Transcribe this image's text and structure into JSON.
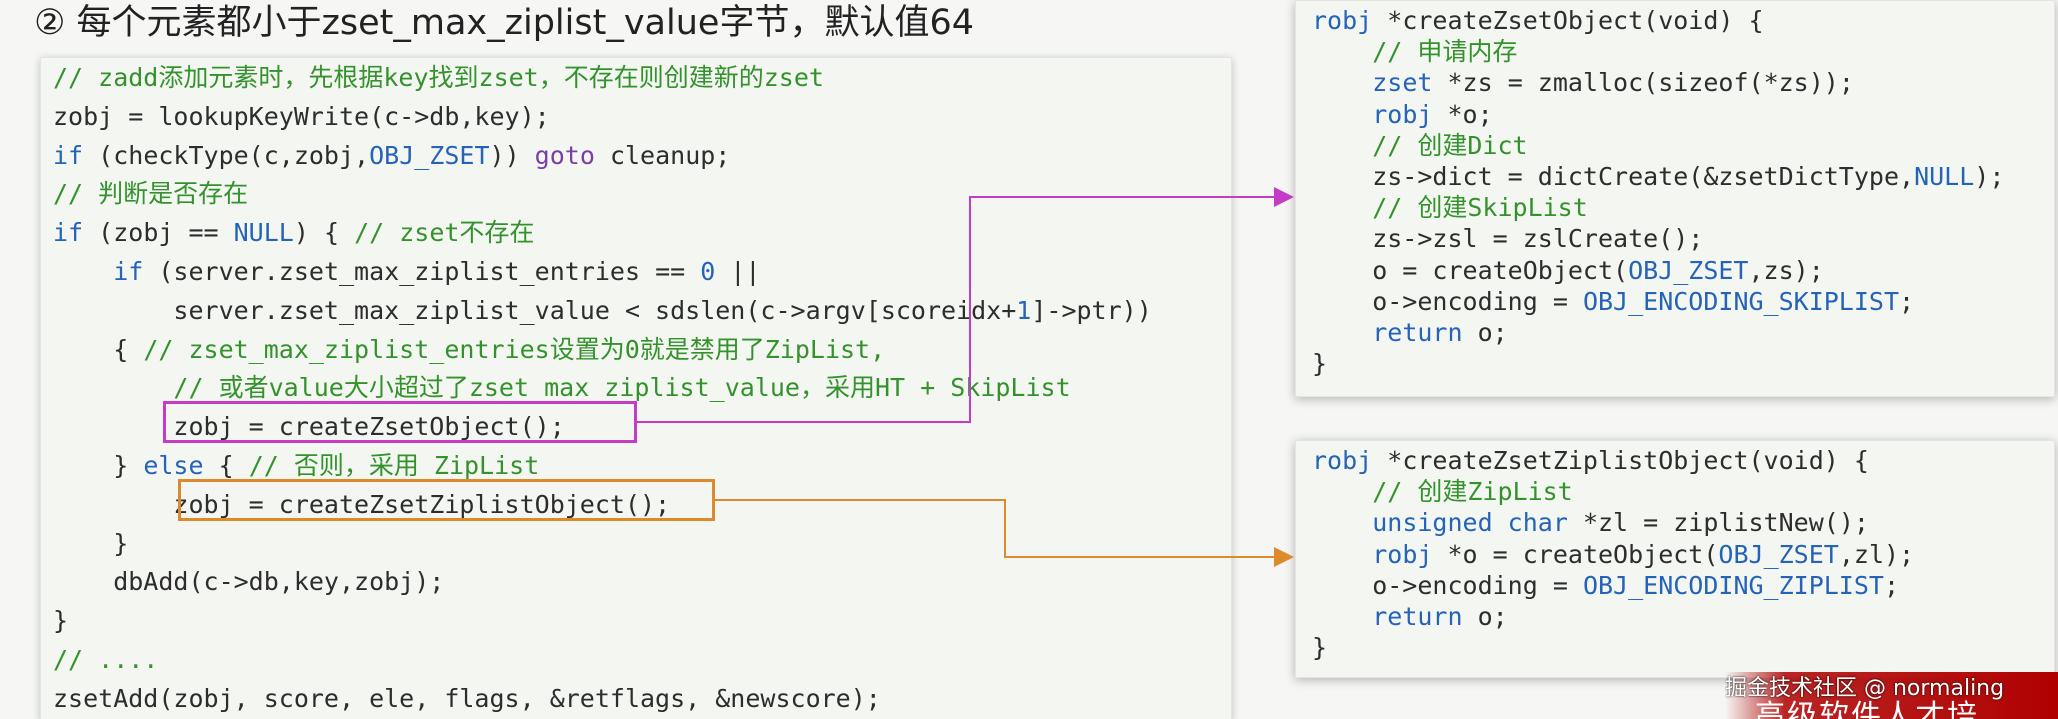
{
  "header": {
    "title": "② 每个元素都小于zset_max_ziplist_value字节，默认值64"
  },
  "left_code": [
    [
      {
        "t": "// zadd添加元素时，先根据key找到zset，不存在则创建新的zset",
        "c": "comment"
      }
    ],
    [
      {
        "t": "zobj = lookupKeyWrite(c->db,key);",
        "c": "plain"
      }
    ],
    [
      {
        "t": "if",
        "c": "key"
      },
      {
        "t": " (checkType(c,zobj,",
        "c": "plain"
      },
      {
        "t": "OBJ_ZSET",
        "c": "key"
      },
      {
        "t": ")) ",
        "c": "plain"
      },
      {
        "t": "goto",
        "c": "purple"
      },
      {
        "t": " cleanup;",
        "c": "plain"
      }
    ],
    [
      {
        "t": "// 判断是否存在",
        "c": "comment"
      }
    ],
    [
      {
        "t": "if",
        "c": "key"
      },
      {
        "t": " (zobj == ",
        "c": "plain"
      },
      {
        "t": "NULL",
        "c": "key"
      },
      {
        "t": ") { ",
        "c": "plain"
      },
      {
        "t": "// zset不存在",
        "c": "comment"
      }
    ],
    [
      {
        "t": "    ",
        "c": "plain"
      },
      {
        "t": "if",
        "c": "key"
      },
      {
        "t": " (server.zset_max_ziplist_entries == ",
        "c": "plain"
      },
      {
        "t": "0",
        "c": "key"
      },
      {
        "t": " ||",
        "c": "plain"
      }
    ],
    [
      {
        "t": "        server.zset_max_ziplist_value < sdslen(c->argv[scoreidx+",
        "c": "plain"
      },
      {
        "t": "1",
        "c": "key"
      },
      {
        "t": "]->ptr))",
        "c": "plain"
      }
    ],
    [
      {
        "t": "    { ",
        "c": "plain"
      },
      {
        "t": "// zset_max_ziplist_entries设置为0就是禁用了ZipList,",
        "c": "comment"
      }
    ],
    [
      {
        "t": "        ",
        "c": "plain"
      },
      {
        "t": "// 或者value大小超过了zset_max_ziplist_value，采用HT + SkipList",
        "c": "comment"
      }
    ],
    [
      {
        "t": "        zobj = createZsetObject();",
        "c": "plain"
      }
    ],
    [
      {
        "t": "    } ",
        "c": "plain"
      },
      {
        "t": "else",
        "c": "key"
      },
      {
        "t": " { ",
        "c": "plain"
      },
      {
        "t": "// 否则，采用 ZipList",
        "c": "comment"
      }
    ],
    [
      {
        "t": "        zobj = createZsetZiplistObject();",
        "c": "plain"
      }
    ],
    [
      {
        "t": "    }",
        "c": "plain"
      }
    ],
    [
      {
        "t": "    dbAdd(c->db,key,zobj);",
        "c": "plain"
      }
    ],
    [
      {
        "t": "}",
        "c": "plain"
      }
    ],
    [
      {
        "t": "// ....",
        "c": "comment"
      }
    ],
    [
      {
        "t": "zsetAdd(zobj, score, ele, flags, &retflags, &newscore);",
        "c": "plain"
      }
    ]
  ],
  "right_top_code": [
    [
      {
        "t": "robj",
        "c": "key"
      },
      {
        "t": " *createZsetObject(void) {",
        "c": "plain"
      }
    ],
    [
      {
        "t": "    ",
        "c": "plain"
      },
      {
        "t": "// 申请内存",
        "c": "comment"
      }
    ],
    [
      {
        "t": "    ",
        "c": "plain"
      },
      {
        "t": "zset",
        "c": "key"
      },
      {
        "t": " *zs = zmalloc(sizeof(*zs));",
        "c": "plain"
      }
    ],
    [
      {
        "t": "    ",
        "c": "plain"
      },
      {
        "t": "robj",
        "c": "key"
      },
      {
        "t": " *o;",
        "c": "plain"
      }
    ],
    [
      {
        "t": "    ",
        "c": "plain"
      },
      {
        "t": "// 创建Dict",
        "c": "comment"
      }
    ],
    [
      {
        "t": "    zs->dict = dictCreate(&zsetDictType,",
        "c": "plain"
      },
      {
        "t": "NULL",
        "c": "key"
      },
      {
        "t": ");",
        "c": "plain"
      }
    ],
    [
      {
        "t": "    ",
        "c": "plain"
      },
      {
        "t": "// 创建SkipList",
        "c": "comment"
      }
    ],
    [
      {
        "t": "    zs->zsl = zslCreate();",
        "c": "plain"
      }
    ],
    [
      {
        "t": "    o = createObject(",
        "c": "plain"
      },
      {
        "t": "OBJ_ZSET",
        "c": "key"
      },
      {
        "t": ",zs);",
        "c": "plain"
      }
    ],
    [
      {
        "t": "    o->encoding = ",
        "c": "plain"
      },
      {
        "t": "OBJ_ENCODING_SKIPLIST",
        "c": "key"
      },
      {
        "t": ";",
        "c": "plain"
      }
    ],
    [
      {
        "t": "    ",
        "c": "plain"
      },
      {
        "t": "return",
        "c": "key"
      },
      {
        "t": " o;",
        "c": "plain"
      }
    ],
    [
      {
        "t": "}",
        "c": "plain"
      }
    ]
  ],
  "right_bottom_code": [
    [
      {
        "t": "robj",
        "c": "key"
      },
      {
        "t": " *createZsetZiplistObject(void) {",
        "c": "plain"
      }
    ],
    [
      {
        "t": "    ",
        "c": "plain"
      },
      {
        "t": "// 创建ZipList",
        "c": "comment"
      }
    ],
    [
      {
        "t": "    ",
        "c": "plain"
      },
      {
        "t": "unsigned char",
        "c": "key"
      },
      {
        "t": " *zl = ziplistNew();",
        "c": "plain"
      }
    ],
    [
      {
        "t": "    ",
        "c": "plain"
      },
      {
        "t": "robj",
        "c": "key"
      },
      {
        "t": " *o = createObject(",
        "c": "plain"
      },
      {
        "t": "OBJ_ZSET",
        "c": "key"
      },
      {
        "t": ",zl);",
        "c": "plain"
      }
    ],
    [
      {
        "t": "    o->encoding = ",
        "c": "plain"
      },
      {
        "t": "OBJ_ENCODING_ZIPLIST",
        "c": "key"
      },
      {
        "t": ";",
        "c": "plain"
      }
    ],
    [
      {
        "t": "    ",
        "c": "plain"
      },
      {
        "t": "return",
        "c": "key"
      },
      {
        "t": " o;",
        "c": "plain"
      }
    ],
    [
      {
        "t": "}",
        "c": "plain"
      }
    ]
  ],
  "watermark": {
    "line1": "掘金技术社区 @ normaling",
    "line2": "高级软件人才培"
  },
  "colors": {
    "comment": "#34922d",
    "keyword": "#2463b8",
    "plain": "#2d2d2d",
    "goto": "#7a3fa8",
    "magenta_box": "#c53bc7",
    "orange_box": "#dd8a2c",
    "watermark_red": "#b00000"
  }
}
